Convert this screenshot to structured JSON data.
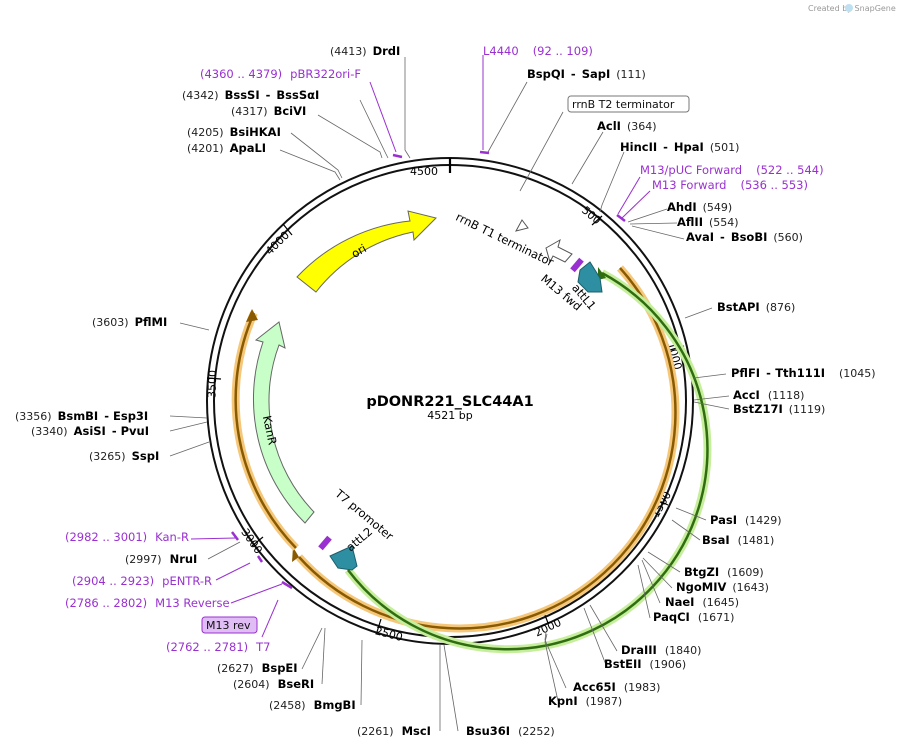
{
  "credit": "Created by SnapGene",
  "plasmid": {
    "name": "pDONR221_SLC44A1",
    "length_label": "4521 bp",
    "length": 4521
  },
  "ticks": [
    "500",
    "1000",
    "1500",
    "2000",
    "2500",
    "3000",
    "3500",
    "4000",
    "4500"
  ],
  "features": {
    "ori": "ori",
    "kanr": "KanR",
    "rrnb_t1": "rrnB T1 terminator",
    "m13fwd": "M13 fwd",
    "attl1": "attL1",
    "t7": "T7 promoter",
    "attl2": "attL2",
    "rrnb_t2": "rrnB T2 terminator",
    "m13rev_box": "M13 rev"
  },
  "colors": {
    "ori": "#ffff00",
    "kanr": "#c8ffc8",
    "attl_arrow": "#2e8fa2",
    "primer": "#9a30d0",
    "orf_orange": "#f5a623",
    "orf_green": "#8cd440"
  },
  "sites": [
    {
      "id": "drdi",
      "pos": "(4413)",
      "name": "DrdI"
    },
    {
      "id": "bspqi",
      "name": "BspQI",
      "sep": "-",
      "name2": "SapI",
      "pos": "(111)"
    },
    {
      "id": "bsssi",
      "pos": "(4342)",
      "name": "BssSI",
      "sep": "-",
      "name2": "BssSαI"
    },
    {
      "id": "bcivi",
      "pos": "(4317)",
      "name": "BciVI"
    },
    {
      "id": "bsihkai",
      "pos": "(4205)",
      "name": "BsiHKAI"
    },
    {
      "id": "apali",
      "pos": "(4201)",
      "name": "ApaLI"
    },
    {
      "id": "acli",
      "name": "AclI",
      "pos": "(364)"
    },
    {
      "id": "hincii",
      "name": "HincII",
      "sep": "-",
      "name2": "HpaI",
      "pos": "(501)"
    },
    {
      "id": "ahdi",
      "name": "AhdI",
      "pos": "(549)"
    },
    {
      "id": "aflii",
      "name": "AflII",
      "pos": "(554)"
    },
    {
      "id": "avai",
      "name": "AvaI",
      "sep": "-",
      "name2": "BsoBI",
      "pos": "(560)"
    },
    {
      "id": "bstapi",
      "name": "BstAPI",
      "pos": "(876)"
    },
    {
      "id": "pflfi",
      "name": "PflFI",
      "sep": "-",
      "name2": "Tth111I",
      "pos": "(1045)"
    },
    {
      "id": "acci",
      "name": "AccI",
      "pos": "(1118)"
    },
    {
      "id": "bstz17i",
      "name": "BstZ17I",
      "pos": "(1119)"
    },
    {
      "id": "pflmi",
      "pos": "(3603)",
      "name": "PflMI"
    },
    {
      "id": "bsmbi",
      "pos": "(3356)",
      "name": "BsmBI",
      "sep": "-",
      "name2": "Esp3I"
    },
    {
      "id": "asisi",
      "pos": "(3340)",
      "name": "AsiSI",
      "sep": "-",
      "name2": "PvuI"
    },
    {
      "id": "sspi",
      "pos": "(3265)",
      "name": "SspI"
    },
    {
      "id": "pasi",
      "name": "PasI",
      "pos": "(1429)"
    },
    {
      "id": "bsai",
      "name": "BsaI",
      "pos": "(1481)"
    },
    {
      "id": "btgzi",
      "name": "BtgZI",
      "pos": "(1609)"
    },
    {
      "id": "ngomiv",
      "name": "NgoMIV",
      "pos": "(1643)"
    },
    {
      "id": "naei",
      "name": "NaeI",
      "pos": "(1645)"
    },
    {
      "id": "paqci",
      "name": "PaqCI",
      "pos": "(1671)"
    },
    {
      "id": "nrui",
      "pos": "(2997)",
      "name": "NruI"
    },
    {
      "id": "draiii",
      "name": "DraIII",
      "pos": "(1840)"
    },
    {
      "id": "bsteii",
      "name": "BstEII",
      "pos": "(1906)"
    },
    {
      "id": "acc65i",
      "name": "Acc65I",
      "pos": "(1983)"
    },
    {
      "id": "kpni",
      "name": "KpnI",
      "pos": "(1987)"
    },
    {
      "id": "bspei",
      "pos": "(2627)",
      "name": "BspEI"
    },
    {
      "id": "bseri",
      "pos": "(2604)",
      "name": "BseRI"
    },
    {
      "id": "bmgbi",
      "pos": "(2458)",
      "name": "BmgBI"
    },
    {
      "id": "msci",
      "pos": "(2261)",
      "name": "MscI"
    },
    {
      "id": "bsu36i",
      "name": "Bsu36I",
      "pos": "(2252)"
    }
  ],
  "primers": [
    {
      "id": "l4440",
      "name": "L4440",
      "range": "(92 .. 109)"
    },
    {
      "id": "pbr322",
      "range": "(4360 .. 4379)",
      "name": "pBR322ori-F"
    },
    {
      "id": "m13puc",
      "name": "M13/pUC Forward",
      "range": "(522 .. 544)"
    },
    {
      "id": "m13fwdp",
      "name": "M13 Forward",
      "range": "(536 .. 553)"
    },
    {
      "id": "kanrp",
      "range": "(2982 .. 3001)",
      "name": "Kan-R"
    },
    {
      "id": "pentr",
      "range": "(2904 .. 2923)",
      "name": "pENTR-R"
    },
    {
      "id": "m13revp",
      "range": "(2786 .. 2802)",
      "name": "M13 Reverse"
    },
    {
      "id": "t7p",
      "range": "(2762 .. 2781)",
      "name": "T7"
    }
  ]
}
